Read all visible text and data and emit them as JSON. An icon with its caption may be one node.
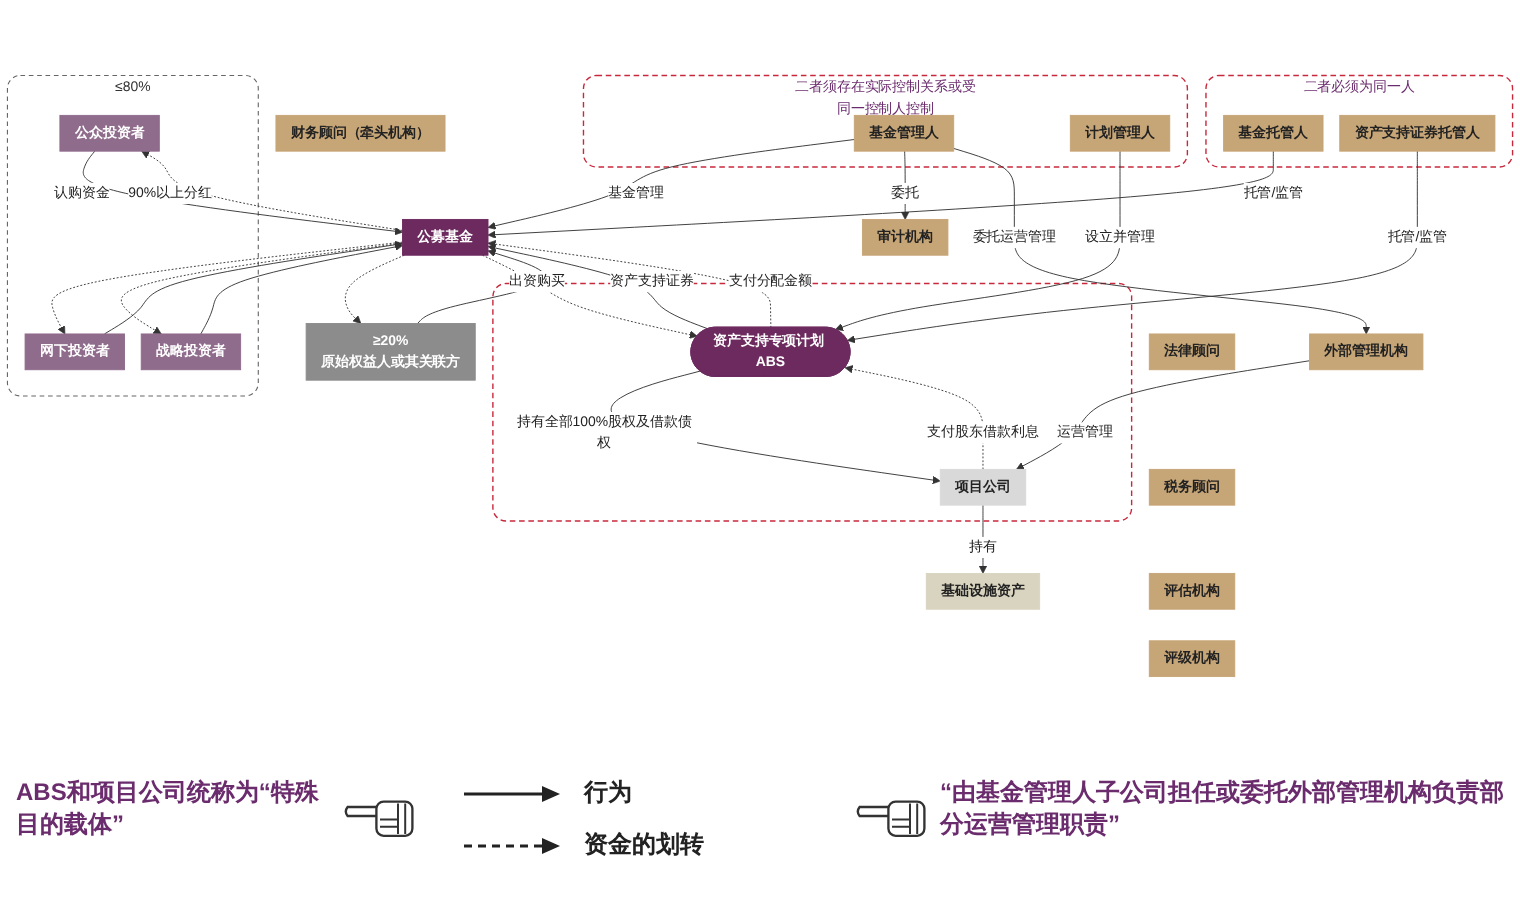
{
  "diagram": {
    "nodes": [
      {
        "text": [
          "≤80%"
        ]
      },
      {
        "text": [
          "公众投资者"
        ],
        "in": 0
      },
      {
        "text": [
          "网下投资者"
        ],
        "in": 0
      },
      {
        "text": [
          "战略投资者"
        ],
        "in": 0
      },
      {
        "text": [
          "≥20%",
          "原始权益人或其关联方"
        ]
      },
      {
        "text": [
          "财务顾问（牵头机构）"
        ]
      },
      {
        "text": [
          "二者必须为同一人"
        ]
      },
      {
        "text": [
          "基金托管人"
        ],
        "in": 6
      },
      {
        "text": [
          "资产支持证券托管人"
        ],
        "in": 6
      },
      {
        "text": [
          "公募基金"
        ]
      },
      {
        "text": [
          "二者须存在实际控制关系或受同一控制人控制"
        ]
      },
      {
        "text": [
          "基金管理人"
        ],
        "in": 10
      },
      {
        "text": [
          "计划管理人"
        ],
        "in": 10
      },
      {
        "text": [
          "审计机构"
        ]
      },
      {
        "text": [
          "法律顾问"
        ]
      },
      {
        "text": [],
        "shape": "box"
      },
      {
        "text": [
          "资产支持专项计划 ABS"
        ],
        "in": 15
      },
      {
        "text": [
          "项目公司"
        ],
        "in": 15
      },
      {
        "text": [
          "外部管理机构"
        ]
      },
      {
        "text": [
          "税务顾问"
        ]
      },
      {
        "text": [
          "评估机构"
        ]
      },
      {
        "text": [
          "基础设施资产"
        ]
      },
      {
        "text": [
          "评级机构"
        ]
      }
    ],
    "edges": [
      {
        "from": 1,
        "to": 9,
        "arrow": "to",
        "label": "认购资金"
      },
      {
        "from": 2,
        "to": 9,
        "arrow": "to"
      },
      {
        "from": 3,
        "to": 9,
        "arrow": "to"
      },
      {
        "from": 4,
        "to": 9,
        "arrow": "to"
      },
      {
        "from": 9,
        "to": 1,
        "arrow": "to",
        "style": "dashed",
        "label": "90%以上分红"
      },
      {
        "from": 9,
        "to": 2,
        "arrow": "to",
        "style": "dashed"
      },
      {
        "from": 9,
        "to": 3,
        "arrow": "to",
        "style": "dashed"
      },
      {
        "from": 9,
        "to": 4,
        "arrow": "to",
        "style": "dashed"
      },
      {
        "from": 7,
        "to": 9,
        "arrow": "to",
        "label": "托管/监管"
      },
      {
        "from": 11,
        "to": 9,
        "arrow": "to",
        "label": "基金管理"
      },
      {
        "from": 11,
        "to": 13,
        "arrow": "to",
        "label": "委托"
      },
      {
        "from": 9,
        "to": 16,
        "arrow": "to",
        "style": "dashed",
        "label": "出资购买"
      },
      {
        "from": 16,
        "to": 9,
        "arrow": "to",
        "label": "资产支持证券"
      },
      {
        "from": 16,
        "to": 9,
        "arrow": "to",
        "style": "dashed",
        "label": "支付分配金额"
      },
      {
        "from": 8,
        "to": 16,
        "arrow": "to",
        "label": "托管/监管"
      },
      {
        "from": 12,
        "to": 16,
        "arrow": "to",
        "label": "设立并管理"
      },
      {
        "from": 11,
        "to": 18,
        "arrow": "to",
        "label": "委托运营管理"
      },
      {
        "from": 16,
        "to": 17,
        "arrow": "to",
        "label": "持有全部100%股权及借款债权"
      },
      {
        "from": 17,
        "to": 16,
        "arrow": "to",
        "style": "dashed",
        "label": "支付股东借款利息"
      },
      {
        "from": 18,
        "to": 17,
        "arrow": "to",
        "label": "运营管理"
      },
      {
        "from": 17,
        "to": 21,
        "arrow": "to",
        "label": "持有"
      }
    ],
    "labels": [
      "ABS和项目公司统称为“特殊目的载体”",
      "“由基金管理人子公司担任或委托外部管理机构负责部分运营管理职责”"
    ],
    "legend": [
      {
        "text": "行为"
      },
      {
        "text": "资金的划转"
      }
    ]
  }
}
